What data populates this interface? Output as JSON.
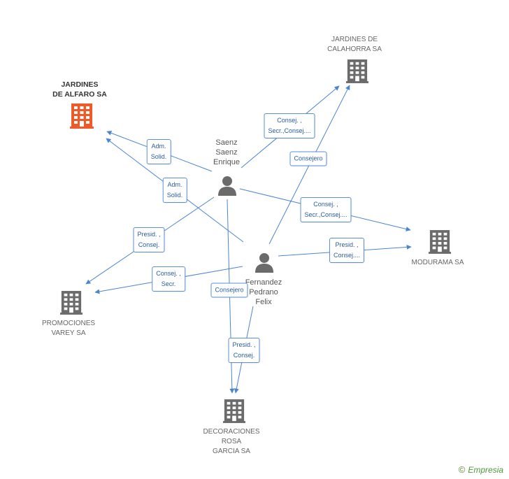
{
  "colors": {
    "edge": "#4a86d0",
    "building": "#6b6b6b",
    "building_highlight": "#f05a28",
    "person": "#6b6b6b"
  },
  "nodes": {
    "jardines_alfaro": {
      "label": "JARDINES\nDE ALFARO SA",
      "icon": "building-icon"
    },
    "jardines_calahorra": {
      "label": "JARDINES DE\nCALAHORRA SA",
      "icon": "building-icon"
    },
    "modurama": {
      "label": "MODURAMA SA",
      "icon": "building-icon"
    },
    "promociones_varey": {
      "label": "PROMOCIONES\nVAREY SA",
      "icon": "building-icon"
    },
    "decoraciones_rosa": {
      "label": "DECORACIONES\nROSA\nGARCIA SA",
      "icon": "building-icon"
    },
    "saenz": {
      "label": "Saenz\nSaenz\nEnrique",
      "icon": "person-icon"
    },
    "fernandez": {
      "label": "Fernandez\nPedrano\nFelix",
      "icon": "person-icon"
    }
  },
  "edge_labels": {
    "e1": "Adm.\nSolid.",
    "e2": "Adm.\nSolid.",
    "e3": "Consej. ,\nSecr.,Consej....",
    "e4": "Consejero",
    "e5": "Consej. ,\nSecr.,Consej....",
    "e6": "Presid. ,\nConsej....",
    "e7": "Presid. ,\nConsej.",
    "e8": "Consej. ,\nSecr.",
    "e9": "Consejero",
    "e10": "Presid. ,\nConsej."
  },
  "footer": {
    "copyright": "©",
    "brand": "Empresia"
  }
}
